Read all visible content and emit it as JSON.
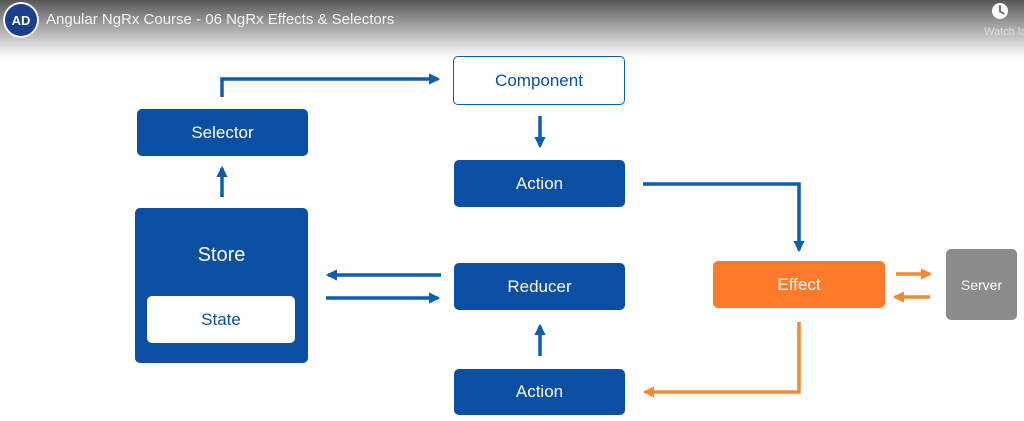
{
  "video": {
    "title": "Angular NgRx Course - 06 NgRx Effects & Selectors",
    "channel_logo_text": "AD",
    "watch_later_label": "Watch later"
  },
  "diagram": {
    "component": "Component",
    "selector": "Selector",
    "action_top": "Action",
    "store": "Store",
    "state": "State",
    "reducer": "Reducer",
    "action_bottom": "Action",
    "effect": "Effect",
    "server": "Server"
  },
  "colors": {
    "blue": "#0b4fa3",
    "arrow_blue": "#0b5eb0",
    "orange": "#ff7a2b",
    "grey": "#8b8b8b"
  }
}
